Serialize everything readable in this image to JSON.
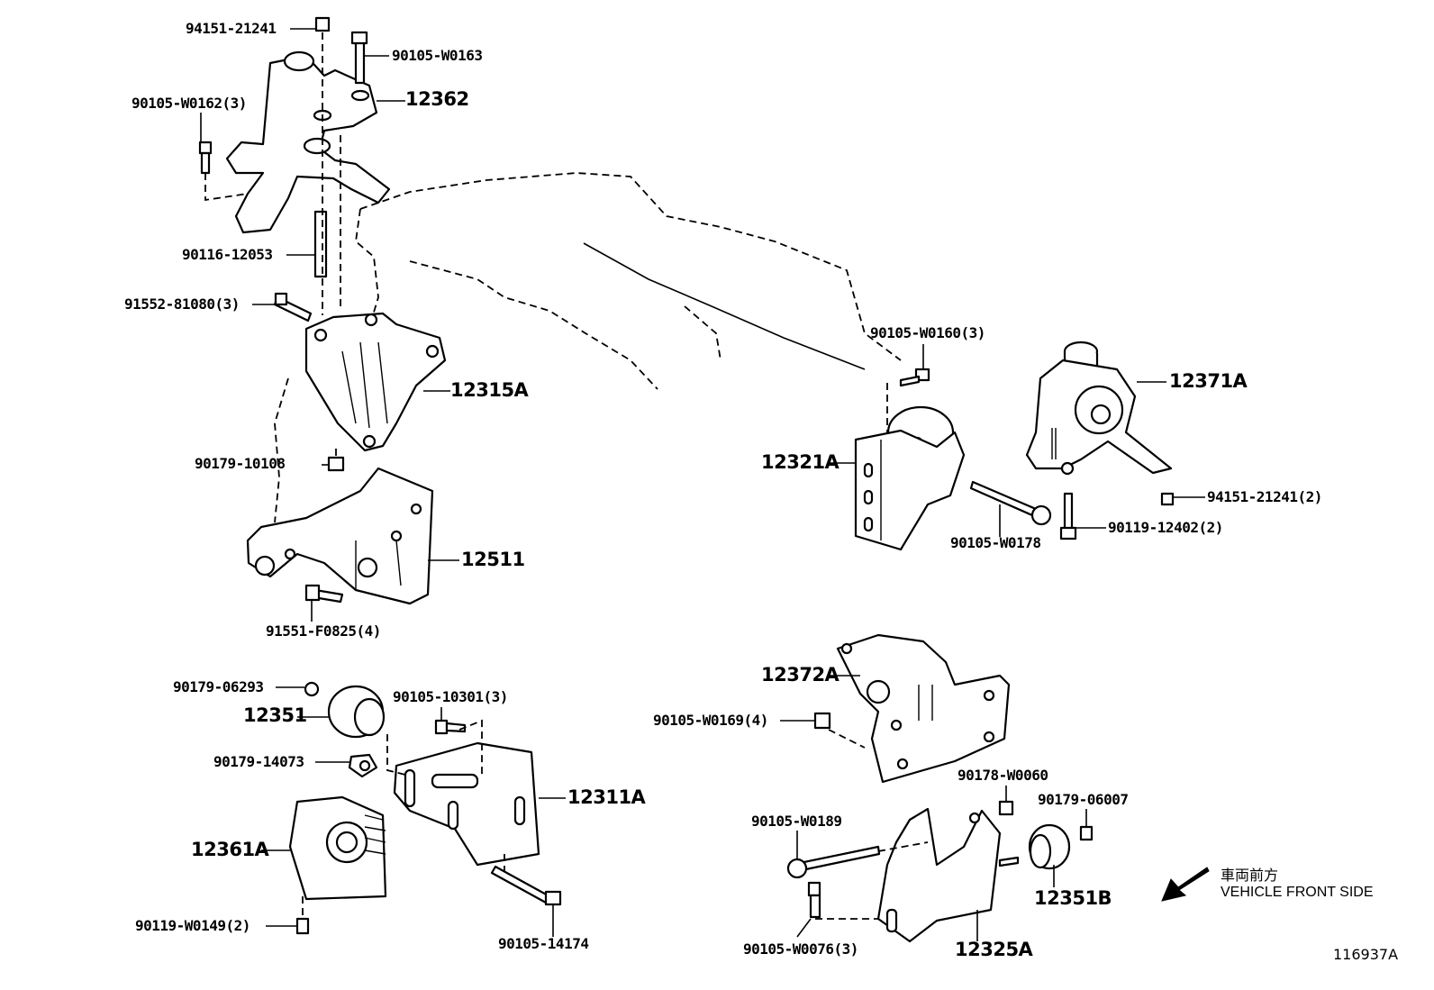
{
  "diagram": {
    "id": "116937A",
    "direction_note": {
      "jp": "車両前方",
      "en": "VEHICLE FRONT SIDE"
    },
    "parts": {
      "p94151_21241_top": "94151-21241",
      "p90105_W0163": "90105-W0163",
      "p90105_W0162": "90105-W0162(3)",
      "p12362": "12362",
      "p90116_12053": "90116-12053",
      "p91552_81080": "91552-81080(3)",
      "p12315A": "12315A",
      "p90179_10108": "90179-10108",
      "p12511": "12511",
      "p91551_F0825": "91551-F0825(4)",
      "p90179_06293": "90179-06293",
      "p12351": "12351",
      "p90105_10301": "90105-10301(3)",
      "p90179_14073": "90179-14073",
      "p12311A": "12311A",
      "p12361A": "12361A",
      "p90119_W0149": "90119-W0149(2)",
      "p90105_14174": "90105-14174",
      "p90105_W0160": "90105-W0160(3)",
      "p12371A": "12371A",
      "p12321A": "12321A",
      "p94151_21241_2": "94151-21241(2)",
      "p90119_12402": "90119-12402(2)",
      "p90105_W0178": "90105-W0178",
      "p12372A": "12372A",
      "p90105_W0169": "90105-W0169(4)",
      "p90178_W0060": "90178-W0060",
      "p90179_06007": "90179-06007",
      "p90105_W0189": "90105-W0189",
      "p12351B": "12351B",
      "p90105_W0076": "90105-W0076(3)",
      "p12325A": "12325A"
    }
  }
}
